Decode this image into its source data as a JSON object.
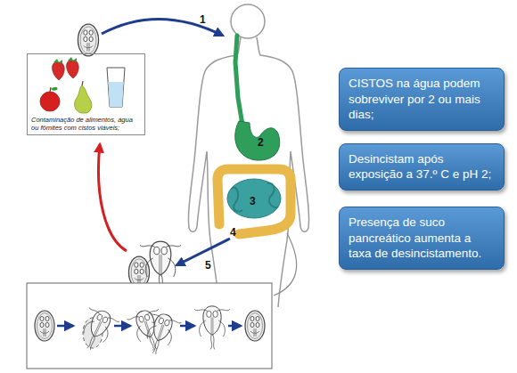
{
  "diagram": {
    "nodes": [
      {
        "text": [
          "Contaminação de alimentos, água ou fômites com cistos viáveis;"
        ]
      },
      {
        "text": [
          "CISTOS na água podem sobreviver por 2 ou mais dias;"
        ]
      },
      {
        "text": [
          "Desincistam após exposição a 37.º C e pH 2;"
        ]
      },
      {
        "text": [
          "Presença de suco pancreático aumenta a taxa de desincistamento."
        ]
      }
    ],
    "labels": [
      "1",
      "2",
      "3",
      "4",
      "5"
    ]
  }
}
